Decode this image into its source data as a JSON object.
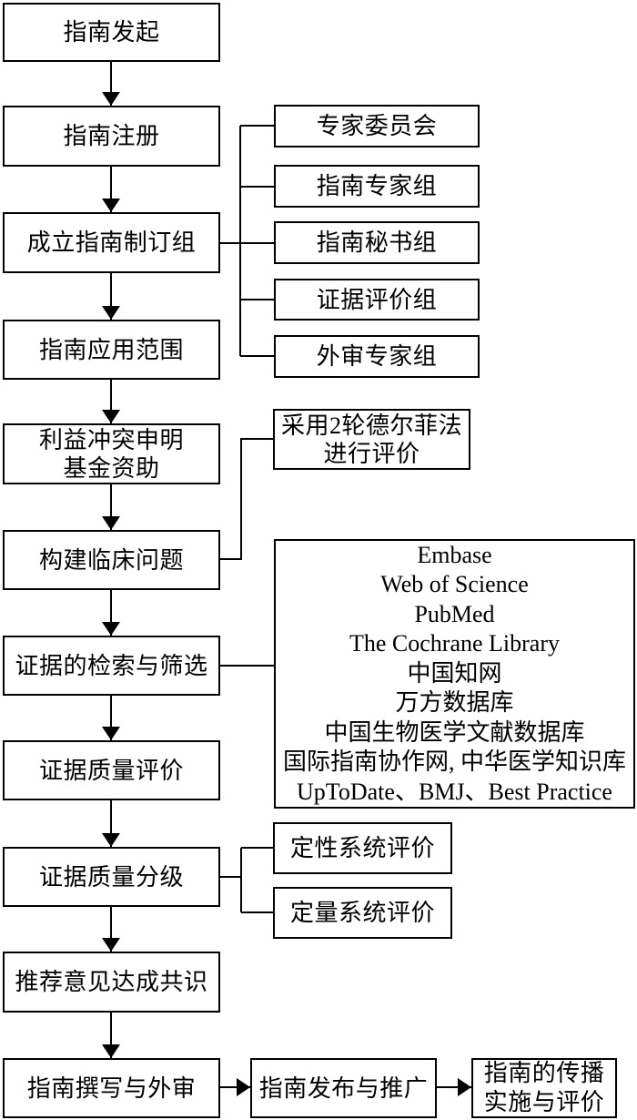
{
  "diagram": {
    "colors": {
      "line": "#000000",
      "background": "#ffffff",
      "box_fill": "#ffffff",
      "text": "#000000"
    },
    "main_flow": [
      {
        "label": "指南发起"
      },
      {
        "label": "指南注册"
      },
      {
        "label": "成立指南制订组"
      },
      {
        "label": "指南应用范围"
      },
      {
        "lines": [
          "利益冲突申明",
          "基金资助"
        ]
      },
      {
        "label": "构建临床问题"
      },
      {
        "label": "证据的检索与筛选"
      },
      {
        "label": "证据质量评价"
      },
      {
        "label": "证据质量分级"
      },
      {
        "label": "推荐意见达成共识"
      },
      {
        "label": "指南撰写与外审"
      },
      {
        "label": "指南发布与推广"
      },
      {
        "lines": [
          "指南的传播",
          "实施与评价"
        ]
      }
    ],
    "working_groups": [
      "专家委员会",
      "指南专家组",
      "指南秘书组",
      "证据评价组",
      "外审专家组"
    ],
    "delphi_note": {
      "lines": [
        "采用2轮德尔菲法",
        "进行评价"
      ]
    },
    "databases": {
      "lines": [
        "Embase",
        "Web of Science",
        "PubMed",
        "The Cochrane Library",
        "中国知网",
        "万方数据库",
        "中国生物医学文献数据库",
        "国际指南协作网, 中华医学知识库",
        "UpToDate、BMJ、Best Practice"
      ]
    },
    "review_types": [
      "定性系统评价",
      "定量系统评价"
    ]
  }
}
